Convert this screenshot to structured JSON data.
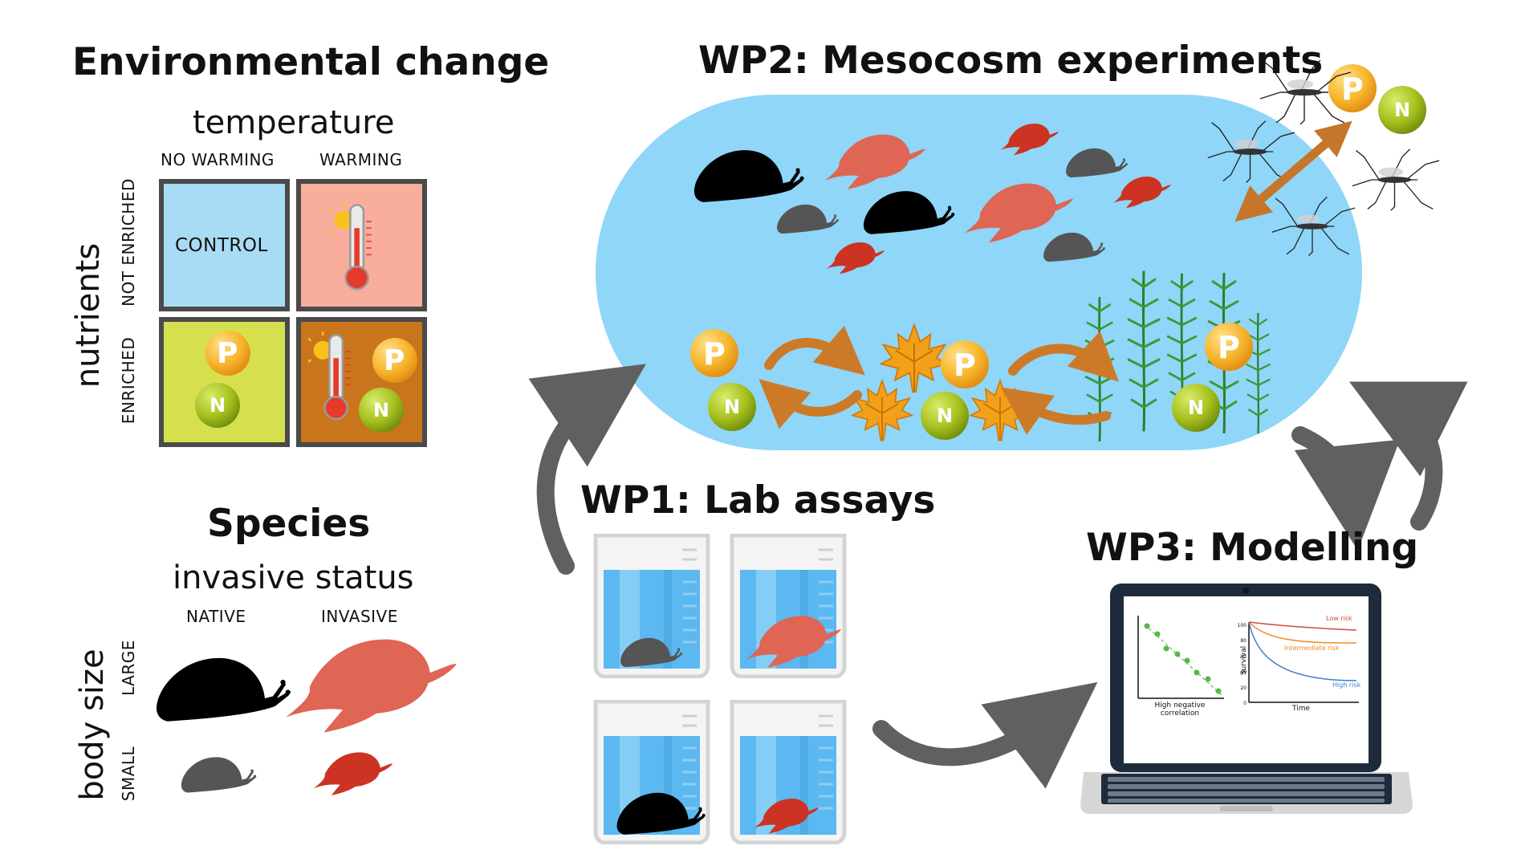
{
  "environment": {
    "title": "Environmental change",
    "temperature_label": "temperature",
    "col_no_warming": "NO WARMING",
    "col_warming": "WARMING",
    "nutrients_label": "nutrients",
    "row_not_enriched": "NOT ENRICHED",
    "row_enriched": "ENRICHED",
    "control_label": "CONTROL",
    "colors": {
      "control": "#a8dcf5",
      "warming": "#f9ad9d",
      "enriched": "#d6e04e",
      "both": "#c8751c",
      "border": "#4a4a4a"
    }
  },
  "species": {
    "title": "Species",
    "invasive_status_label": "invasive status",
    "col_native": "NATIVE",
    "col_invasive": "INVASIVE",
    "body_size_label": "body size",
    "row_large": "LARGE",
    "row_small": "SMALL",
    "colors": {
      "native_large": "#000000",
      "native_small": "#555555",
      "invasive_large": "#df6555",
      "invasive_small": "#cc3323"
    }
  },
  "wp1": {
    "title": "WP1: Lab assays"
  },
  "wp2": {
    "title": "WP2: Mesocosm experiments",
    "pond_color": "#8fd6f8"
  },
  "wp3": {
    "title": "WP3: Modelling",
    "scatter_caption_line1": "High negative",
    "scatter_caption_line2": "correlation",
    "survival_ylabel": "Survival",
    "survival_xlabel": "Time",
    "ytick_labels": [
      "100",
      "80",
      "60",
      "40",
      "20",
      "0"
    ],
    "risk_low": "Low risk",
    "risk_intermediate": "Intermediate risk",
    "risk_high": "High risk"
  },
  "nutrient_icons": {
    "phosphorus": "P",
    "nitrogen": "N"
  }
}
